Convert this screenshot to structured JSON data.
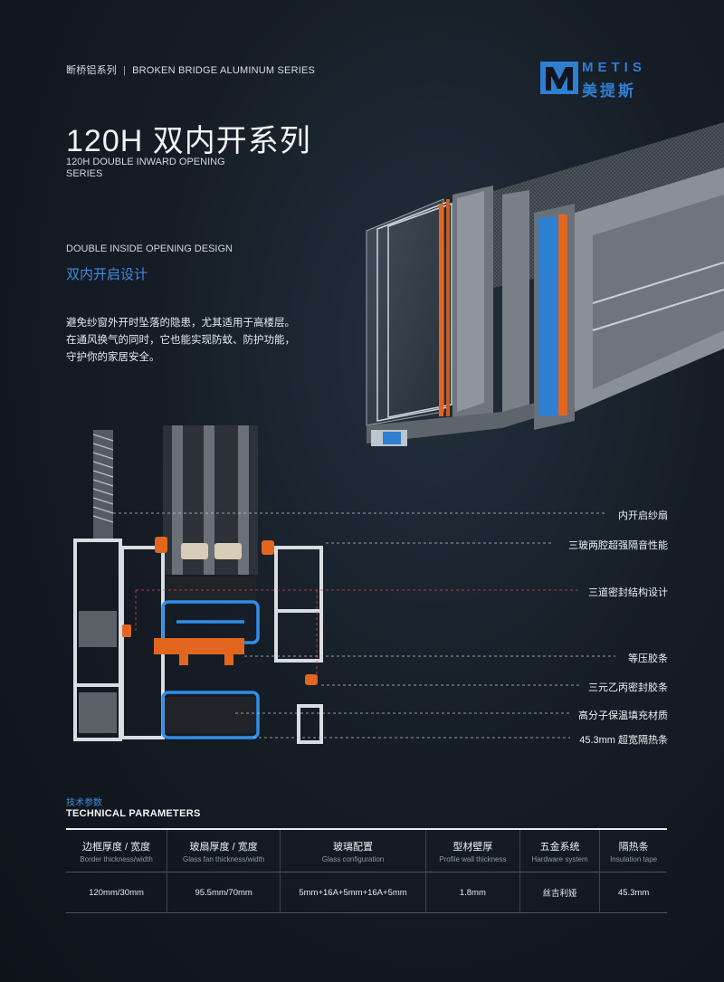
{
  "header": {
    "series_cn": "断桥铝系列",
    "separator": "|",
    "series_en": "BROKEN BRIDGE ALUMINUM SERIES",
    "brand_en": "METIS",
    "brand_cn": "美提斯",
    "title": "120H 双内开系列",
    "subtitle": "120H DOUBLE INWARD OPENING SERIES"
  },
  "design": {
    "title_en": "DOUBLE INSIDE OPENING DESIGN",
    "title_cn": "双内开启设计",
    "lines": [
      "避免纱窗外开时坠落的隐患，尤其适用于高楼层。",
      "在通风换气的同时，它也能实现防蚊、防护功能，",
      "守护你的家居安全。"
    ]
  },
  "callouts": [
    "内开启纱扇",
    "三玻两腔超强隔音性能",
    "三道密封结构设计",
    "等压胶条",
    "三元乙丙密封胶条",
    "高分子保温填充材质",
    "45.3mm 超宽隔热条"
  ],
  "tech": {
    "title_cn": "技术参数",
    "title_en": "TECHNICAL PARAMETERS",
    "columns": [
      {
        "cn": "边框厚度 / 宽度",
        "en": "Border thickness/width"
      },
      {
        "cn": "玻扇厚度 / 宽度",
        "en": "Glass fan thickness/width"
      },
      {
        "cn": "玻璃配置",
        "en": "Glass configuration"
      },
      {
        "cn": "型材壁厚",
        "en": "Profile wall thickness"
      },
      {
        "cn": "五金系统",
        "en": "Hardware system"
      },
      {
        "cn": "隔热条",
        "en": "Insulation tape"
      }
    ],
    "values": [
      "120mm/30mm",
      "95.5mm/70mm",
      "5mm+16A+5mm+16A+5mm",
      "1.8mm",
      "丝吉利娅",
      "45.3mm"
    ]
  },
  "colors": {
    "accent_blue": "#3b8ee0",
    "thermal_orange": "#e2661f",
    "profile_gray": "#8f959c",
    "background": "#161d26"
  }
}
